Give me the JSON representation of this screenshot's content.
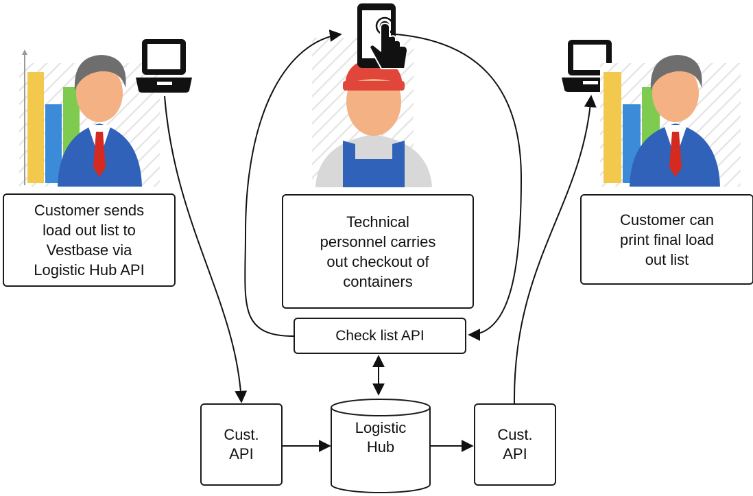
{
  "diagram": {
    "nodes": {
      "customer_send": {
        "text": "Customer sends\nload out list to\nVestbase via\nLogistic Hub API"
      },
      "technical": {
        "text": "Technical\npersonnel  carries\nout checkout of\ncontainers"
      },
      "customer_print": {
        "text": "Customer can\nprint final load\nout list"
      },
      "checklist_api": {
        "text": "Check list API"
      },
      "cust_api_left": {
        "text": "Cust.\nAPI"
      },
      "logistic_hub": {
        "text": "Logistic\nHub"
      },
      "cust_api_right": {
        "text": "Cust.\nAPI"
      }
    },
    "colors": {
      "line": "#111111",
      "suit_blue": "#2f62b8",
      "tie_red": "#d42a1f",
      "skin": "#f4b183",
      "hair_grey": "#6e6e6e",
      "hard_hat_red": "#e0463a",
      "bar_yellow": "#f2c94c",
      "bar_blue": "#3b8bd8",
      "bar_green": "#7ecb4f"
    }
  }
}
